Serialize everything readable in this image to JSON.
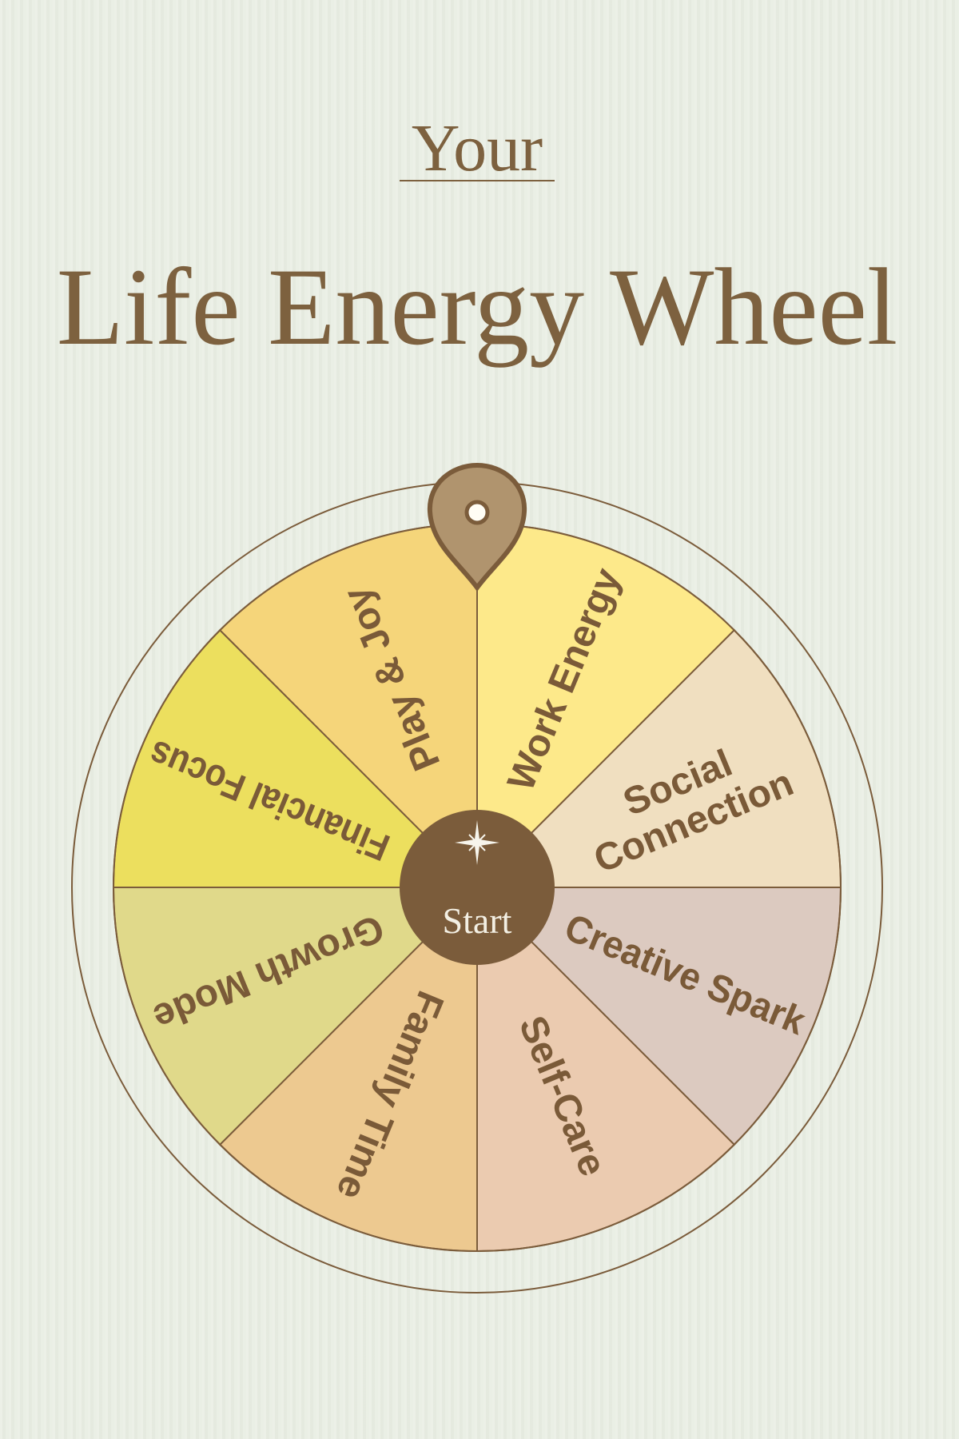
{
  "title": {
    "line1": "Your",
    "line2": "Life Energy Wheel"
  },
  "wheel": {
    "start_label": "Start",
    "segments": [
      {
        "label": "Work Energy",
        "lines": [
          "Work Energy"
        ],
        "color": "#fde98a"
      },
      {
        "label": "Social Connection",
        "lines": [
          "Social",
          "Connection"
        ],
        "color": "#f0dfc0"
      },
      {
        "label": "Creative Spark",
        "lines": [
          "Creative Spark"
        ],
        "color": "#dccac0"
      },
      {
        "label": "Self-Care",
        "lines": [
          "Self-Care"
        ],
        "color": "#ebcbb0"
      },
      {
        "label": "Family Time",
        "lines": [
          "Family Time"
        ],
        "color": "#edc990"
      },
      {
        "label": "Growth Mode",
        "lines": [
          "Growth Mode"
        ],
        "color": "#e0d98a"
      },
      {
        "label": "Financial Focus",
        "lines": [
          "Financial Focus"
        ],
        "color": "#ecdf5e"
      },
      {
        "label": "Play & Joy",
        "lines": [
          "Play & Joy"
        ],
        "color": "#f5d57a"
      }
    ]
  },
  "colors": {
    "ink": "#7b5c3b",
    "pointer": "#b0946e",
    "background": "#e8ede2"
  }
}
